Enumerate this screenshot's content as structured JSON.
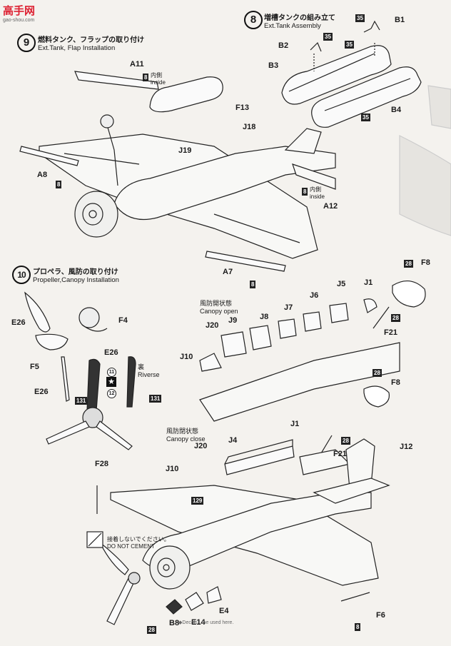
{
  "watermark": {
    "text": "高手网",
    "url": "gao-shou.com"
  },
  "step8": {
    "number": "8",
    "title_jp": "増槽タンクの組み立て",
    "title_en": "Ext.Tank Assembly",
    "parts": [
      "B1",
      "B2",
      "B3",
      "B4"
    ],
    "badges": [
      "35",
      "35",
      "35",
      "35"
    ]
  },
  "step9": {
    "number": "9",
    "title_jp": "燃料タンク、フラップの取り付け",
    "title_en": "Ext.Tank, Flap Installation",
    "parts": [
      "A11",
      "F13",
      "J18",
      "J19",
      "A8",
      "A12",
      "A7"
    ],
    "inside_jp": "内側",
    "inside_en": "inside",
    "badge": "8"
  },
  "step10": {
    "number": "10",
    "title_jp": "プロペラ、風防の取り付け",
    "title_en": "Propeller,Canopy Installation",
    "propeller_parts": [
      "E26",
      "F4",
      "E26",
      "F5",
      "E26"
    ],
    "reverse_jp": "裏",
    "reverse_en": "Riverse",
    "badge_131": "131",
    "badge_11": "11",
    "badge_12": "12",
    "canopy_open_jp": "風防開状態",
    "canopy_open_en": "Canopy open",
    "canopy_close_jp": "風防閉状態",
    "canopy_close_en": "Canopy close",
    "canopy_parts": [
      "J20",
      "J9",
      "J8",
      "J7",
      "J6",
      "J5",
      "J1",
      "J10",
      "F8",
      "F21",
      "F8",
      "J1",
      "F21",
      "J12",
      "J20",
      "J4",
      "J10",
      "F28",
      "B8",
      "E14",
      "E4",
      "F6"
    ],
    "badge_28": "28",
    "badge_129": "129",
    "no_cement_jp": "接着しないでください。",
    "no_cement_en": "DO NOT CEMENT"
  },
  "footer_text": "◆Decals... be used here."
}
